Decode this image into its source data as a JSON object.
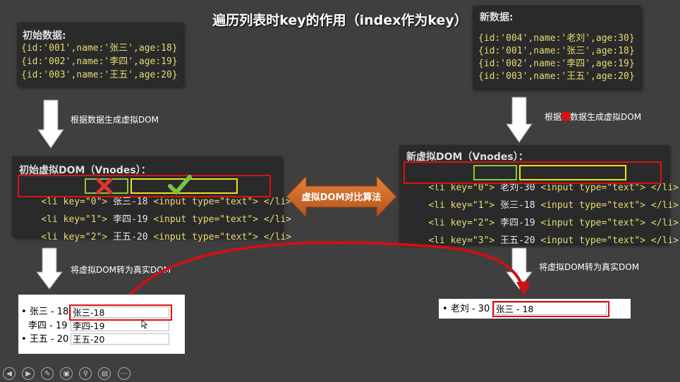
{
  "title": "遍历列表时key的作用（index作为key）",
  "initial_data": {
    "heading": "初始数据:",
    "lines": [
      "{id:'001',name:'张三',age:18}",
      "{id:'002',name:'李四',age:19}",
      "{id:'003',name:'王五',age:20}"
    ]
  },
  "new_data": {
    "heading": "新数据:",
    "lines": [
      "{id:'004',name:'老刘',age:30}",
      "{id:'001',name:'张三',age:18}",
      "{id:'002',name:'李四',age:19}",
      "{id:'003',name:'王五',age:20}"
    ]
  },
  "notes": {
    "gen_initial": "根据数据生成虚拟DOM",
    "gen_new_pre": "根据",
    "gen_new_post": "数据生成虚拟DOM",
    "to_real_left": "将虚拟DOM转为真实DOM",
    "to_real_right": "将虚拟DOM转为真实DOM",
    "diff": "虚拟DOM对比算法"
  },
  "initial_vdom": {
    "heading": "初始虚拟DOM（Vnodes）：",
    "rows": [
      {
        "open": "<li key=\"0\">",
        "text": "张三-18",
        "input": "<input type=\"text\">",
        "close": "</li>"
      },
      {
        "open": "<li key=\"1\">",
        "text": "李四-19",
        "input": "<input type=\"text\">",
        "close": "</li>"
      },
      {
        "open": "<li key=\"2\">",
        "text": "王五-20",
        "input": "<input type=\"text\">",
        "close": "</li>"
      }
    ]
  },
  "new_vdom": {
    "heading": "新虚拟DOM（Vnodes）：",
    "rows": [
      {
        "open": "<li key=\"0\">",
        "text": "老刘-30",
        "input": "<input type=\"text\">",
        "close": "</li>"
      },
      {
        "open": "<li key=\"1\">",
        "text": "张三-18",
        "input": "<input type=\"text\">",
        "close": "</li>"
      },
      {
        "open": "<li key=\"2\">",
        "text": "李四-19",
        "input": "<input type=\"text\">",
        "close": "</li>"
      },
      {
        "open": "<li key=\"3\">",
        "text": "王五-20",
        "input": "<input type=\"text\">",
        "close": "</li>"
      }
    ]
  },
  "real_dom_left": [
    {
      "label": "张三 - 18",
      "value": "张三-18"
    },
    {
      "label": "李四 - 19",
      "value": "李四-19"
    },
    {
      "label": "王五 - 20",
      "value": "王五-20"
    }
  ],
  "real_dom_right": [
    {
      "label": "老刘 - 30",
      "value": "张三 - 18"
    }
  ],
  "colors": {
    "red": "#dd1111",
    "green": "#8dc63f",
    "yellow": "#f0e020",
    "diff_arrow": "#d2691e"
  }
}
